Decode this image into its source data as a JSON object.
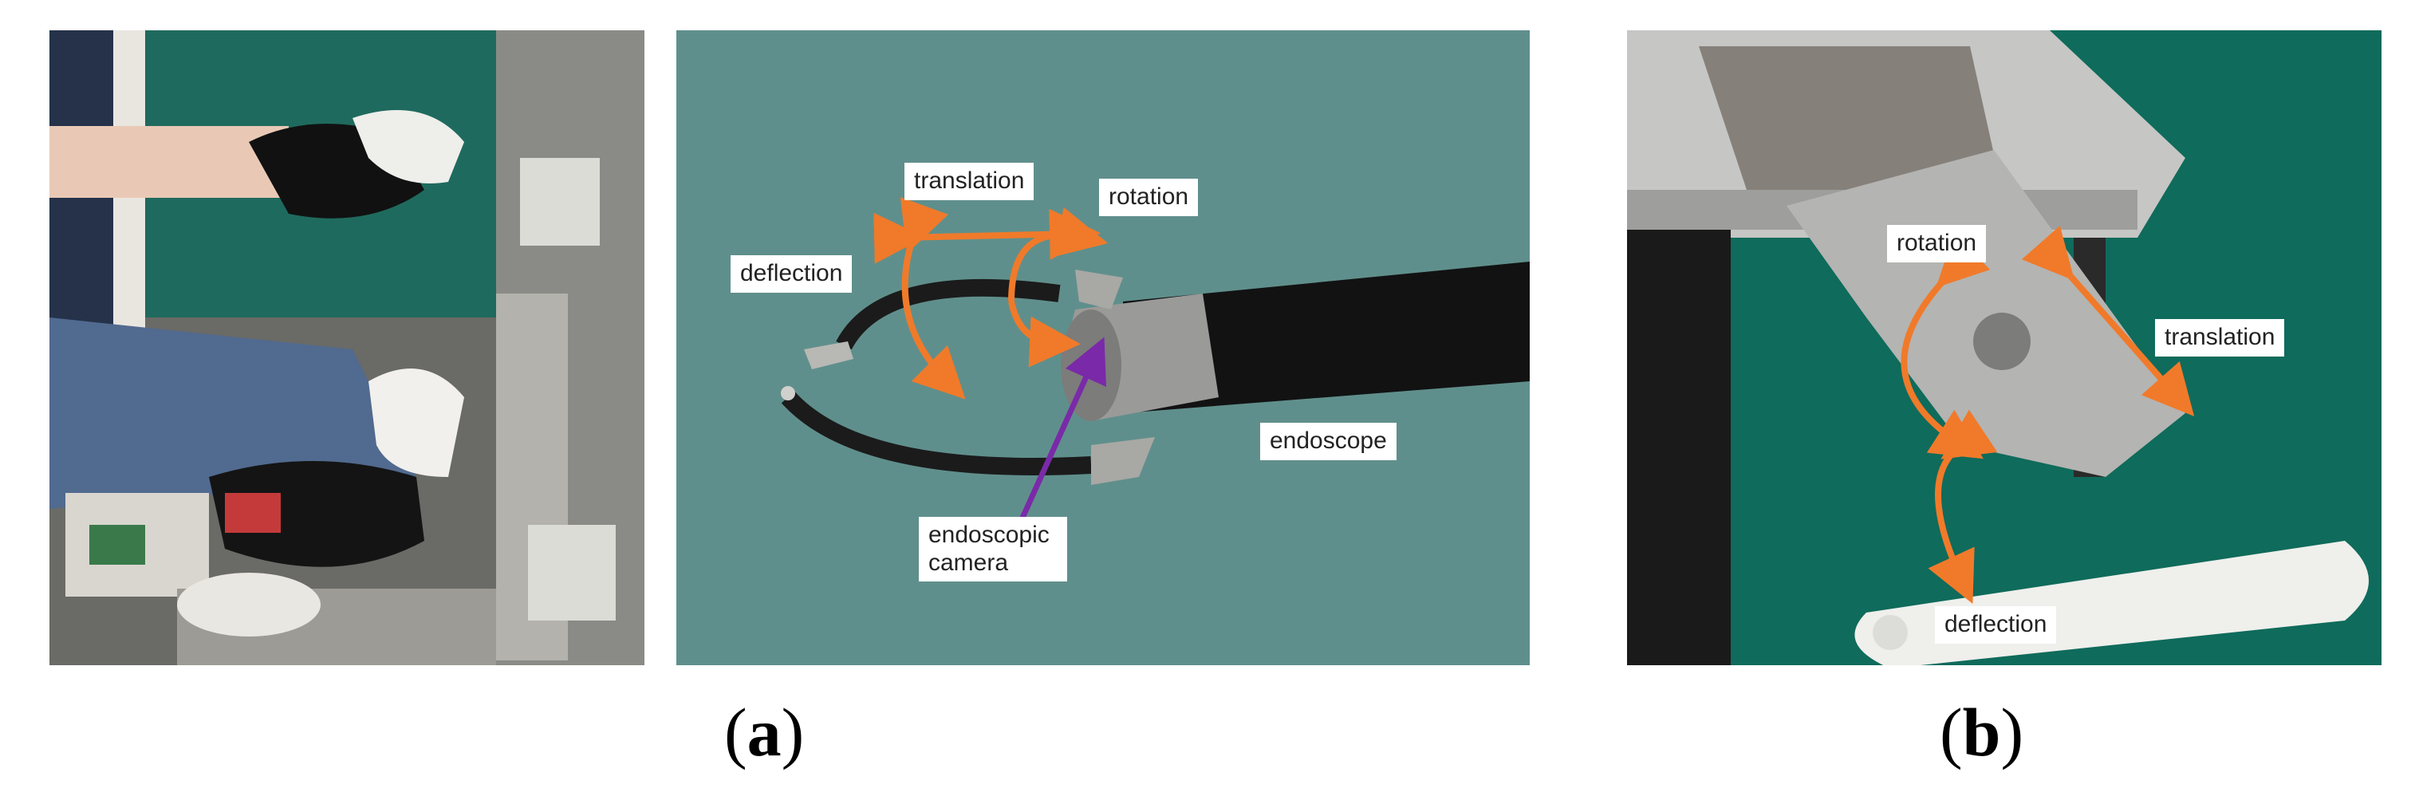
{
  "panel_a_endoscope": {
    "labels": {
      "translation": "translation",
      "rotation": "rotation",
      "deflection": "deflection",
      "endoscope": "endoscope",
      "camera": "endoscopic\ncamera"
    }
  },
  "panel_b_interface": {
    "labels": {
      "rotation": "rotation",
      "translation": "translation",
      "deflection": "deflection"
    }
  },
  "captions": {
    "a": {
      "open": "(",
      "letter": "a",
      "close": ")"
    },
    "b": {
      "open": "(",
      "letter": "b",
      "close": ")"
    }
  },
  "colors": {
    "arrow": "#f07a2a",
    "camera_arrow": "#7a2aa8",
    "endoscope_bg": "#5f8f8c",
    "interface_bg": "#0f6b5b"
  }
}
